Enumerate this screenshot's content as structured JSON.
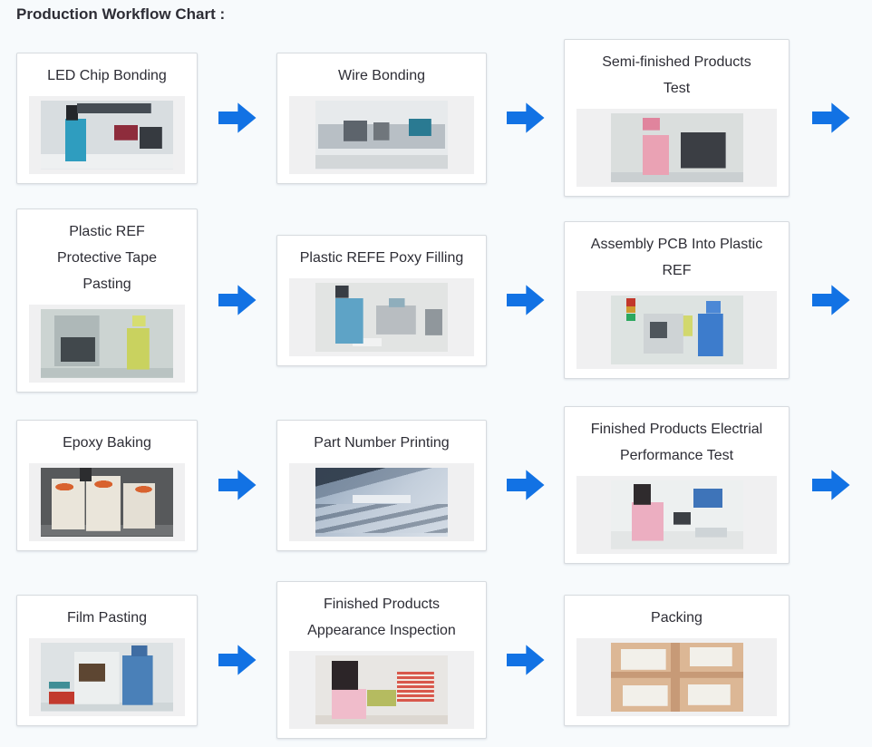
{
  "page": {
    "title": "Production Workflow Chart :"
  },
  "colors": {
    "arrow": "#1272e4",
    "page_bg": "#f7fafc",
    "card_bg": "#ffffff",
    "card_border": "#d7dbdf",
    "photo_strip": "#f0f0f1",
    "title_text": "#2d2d35"
  },
  "workflow": {
    "steps": [
      {
        "title": "LED Chip Bonding",
        "photo": "led-chip-bonding",
        "alt": "Worker in teal smock operating LED die-bonding machines"
      },
      {
        "title": "Wire Bonding",
        "photo": "wire-bonding",
        "alt": "Row of wire bonding machines with monitor in bright workshop"
      },
      {
        "title": "Semi-finished Products Test",
        "photo": "semi-finished-products-test",
        "alt": "Worker in pink smock testing semi-finished boards at a rack"
      },
      {
        "title": "Plastic REF Protective Tape Pasting",
        "photo": "plastic-ref-protective-tape-pasting",
        "alt": "Worker in yellow-green smock beside tape pasting machine"
      },
      {
        "title": "Plastic REFE Poxy Filling",
        "photo": "plastic-refe-poxy-filling",
        "alt": "Worker in blue smock at epoxy filling machine"
      },
      {
        "title": "Assembly PCB Into Plastic REF",
        "photo": "assembly-pcb-into-plastic-ref",
        "alt": "Workers in blue and yellow smocks at assembly station with signal tower"
      },
      {
        "title": "Epoxy Baking",
        "photo": "epoxy-baking",
        "alt": "Three beige baking ovens with orange oval logos"
      },
      {
        "title": "Part Number Printing",
        "photo": "part-number-printing",
        "alt": "Close-up of steel-blue printing machinery rails"
      },
      {
        "title": "Finished Products Electrial Performance Test",
        "photo": "finished-products-electrial-performance-test",
        "alt": "Worker in pink at desk with monitor and laptop testing product"
      },
      {
        "title": "Film Pasting",
        "photo": "film-pasting",
        "alt": "Worker in blue smock at white film pasting machine with red trays"
      },
      {
        "title": "Finished Products Appearance Inspection",
        "photo": "finished-products-appearance-inspection",
        "alt": "Worker in pink inspecting panel beside stack of red boards"
      },
      {
        "title": "Packing",
        "photo": "packing",
        "alt": "Top view of cardboard boxes with white foam trays"
      }
    ]
  }
}
